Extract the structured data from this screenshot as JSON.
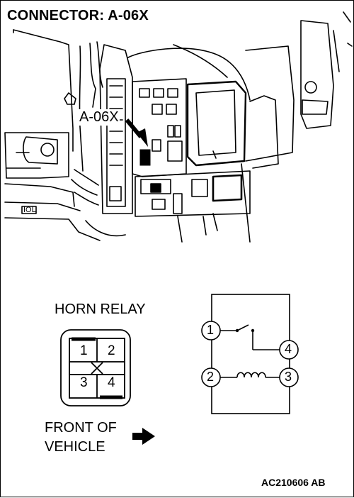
{
  "header": {
    "title": "CONNECTOR: A-06X"
  },
  "photo": {
    "callout_label": "A-06X",
    "fuse_box_text": "IOL"
  },
  "relay": {
    "title": "HORN RELAY",
    "connector_pins": [
      "1",
      "2",
      "3",
      "4"
    ],
    "schematic_terminals": [
      "1",
      "2",
      "3",
      "4"
    ]
  },
  "orientation": {
    "line1": "FRONT OF",
    "line2": "VEHICLE",
    "arrow_icon": "arrow-right-icon"
  },
  "footer": {
    "ref": "AC210606 AB"
  },
  "colors": {
    "ink": "#000000",
    "background": "#ffffff"
  }
}
